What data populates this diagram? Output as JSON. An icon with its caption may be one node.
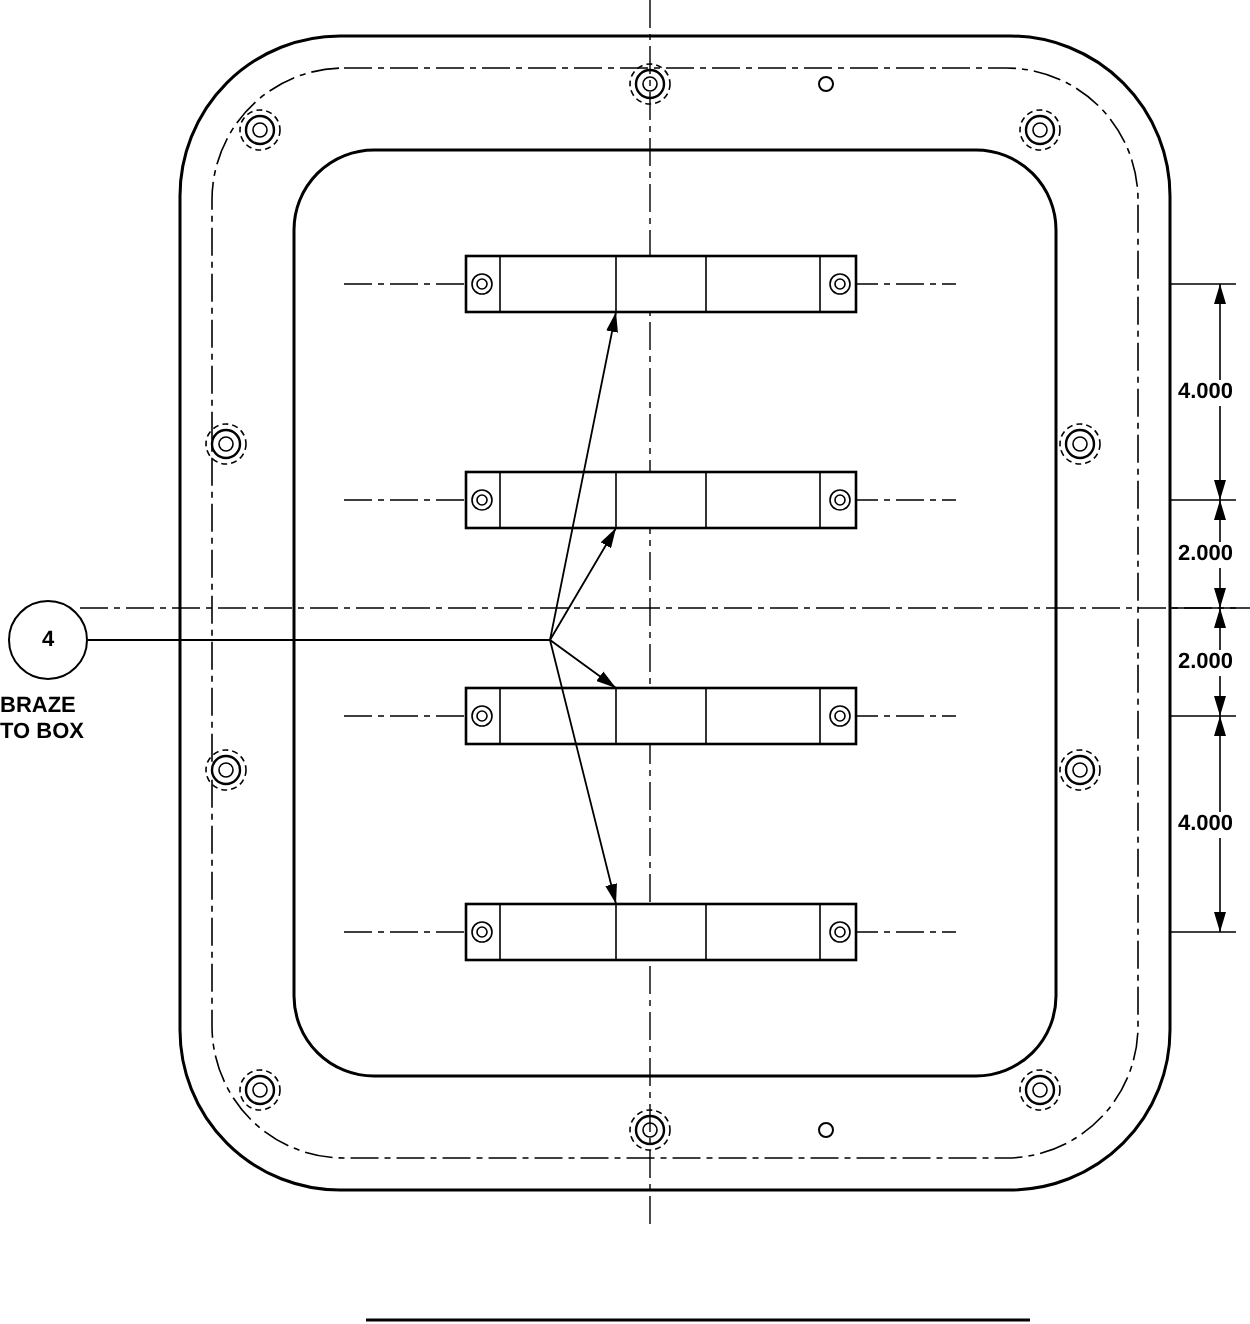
{
  "diagram": {
    "nodes": [
      {
        "text": [
          "4"
        ],
        "beside": [
          "BRAZE TO BOX"
        ]
      },
      {
        "text": [],
        "shape": "bar"
      },
      {
        "text": [],
        "shape": "bar"
      },
      {
        "text": [],
        "shape": "bar"
      },
      {
        "text": [],
        "shape": "bar"
      }
    ],
    "edges": [
      {
        "from": 0,
        "to": 1,
        "arrow": "to"
      },
      {
        "from": 0,
        "to": 2,
        "arrow": "to"
      },
      {
        "from": 0,
        "to": 3,
        "arrow": "to"
      },
      {
        "from": 0,
        "to": 4,
        "arrow": "to"
      }
    ],
    "labels": [
      "4.000",
      "2.000",
      "2.000",
      "4.000"
    ]
  }
}
